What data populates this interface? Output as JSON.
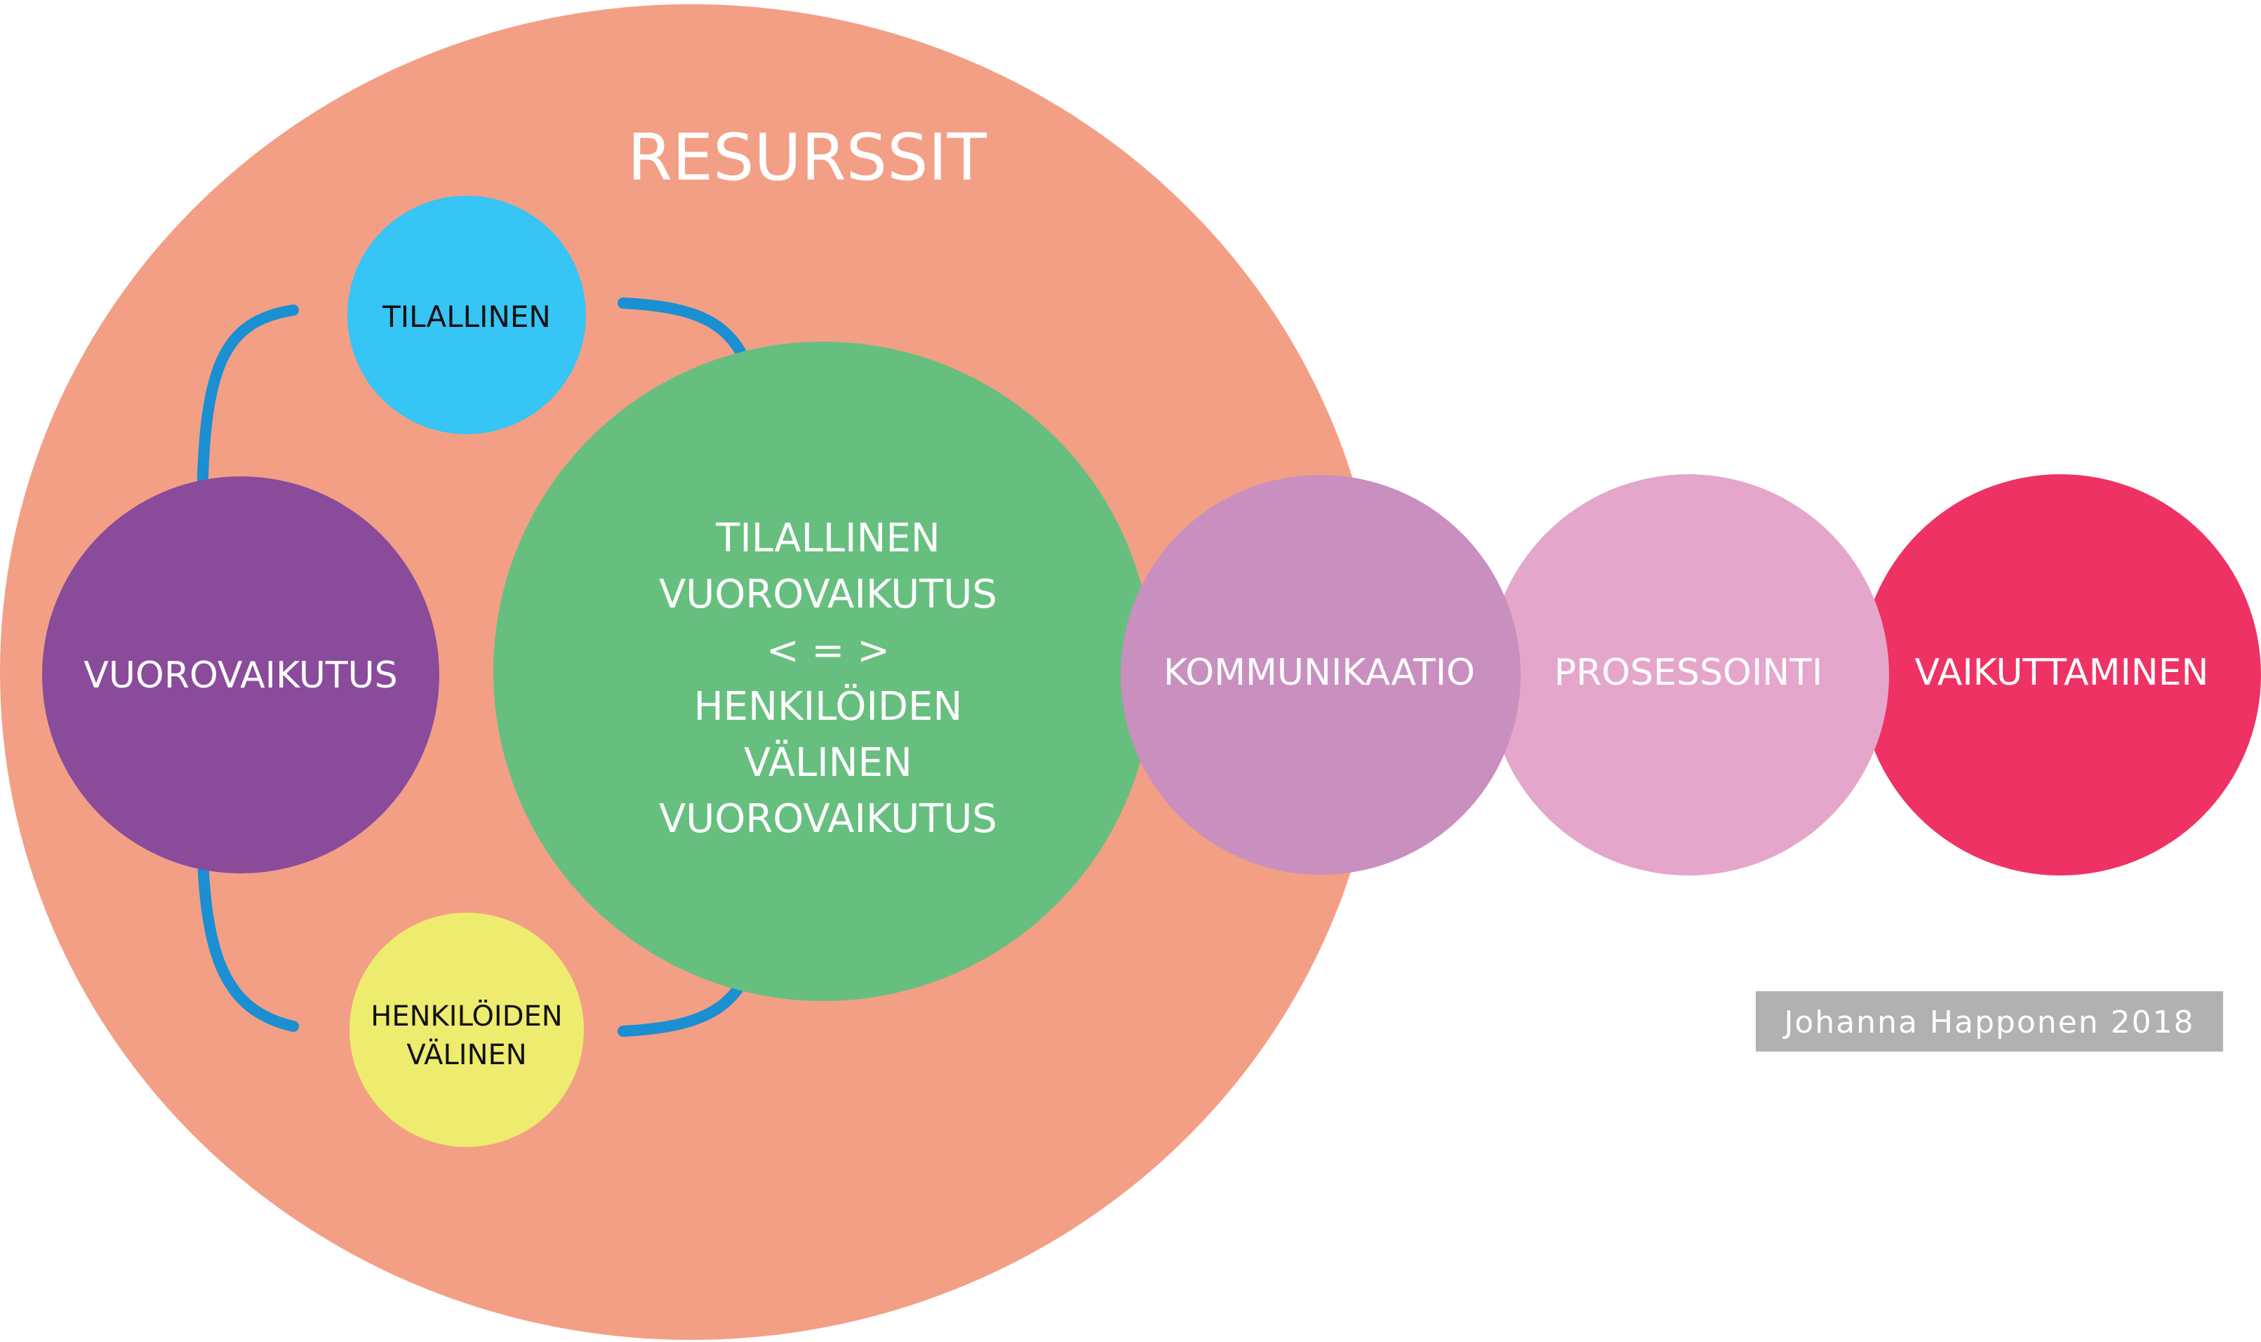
{
  "diagram": {
    "resources": {
      "label": "RESURSSIT",
      "color": "#f39f85"
    },
    "spatial": {
      "label": "TILALLINEN",
      "color": "#36c5f4"
    },
    "interaction": {
      "label": "VUOROVAIKUTUS",
      "color": "#8a4b9b"
    },
    "interpersonal": {
      "lines": [
        "HENKILÖIDEN",
        "VÄLINEN"
      ],
      "color": "#eeec6e"
    },
    "center": {
      "lines": [
        "TILALLINEN",
        "VUOROVAIKUTUS",
        "< = >",
        "HENKILÖIDEN",
        "VÄLINEN",
        "VUOROVAIKUTUS"
      ],
      "color": "#66bf7e"
    },
    "communication": {
      "label": "KOMMUNIKAATIO",
      "color": "#c98fbf"
    },
    "processing": {
      "label": "PROSESSOINTI",
      "color": "#e5a6cb"
    },
    "influencing": {
      "label": "VAIKUTTAMINEN",
      "color": "#ef3264"
    },
    "connector_color": "#1a8fd2",
    "credit": {
      "text": "Johanna Happonen 2018",
      "color": "#b2b1b1"
    }
  }
}
